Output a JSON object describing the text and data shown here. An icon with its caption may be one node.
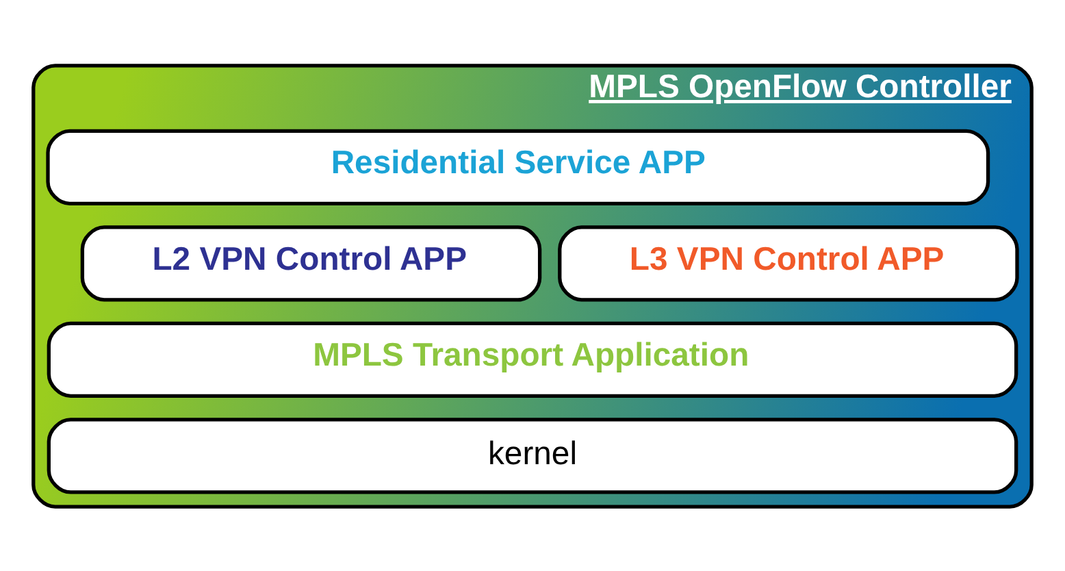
{
  "diagram": {
    "nodes": [
      {
        "text": [
          "MPLS OpenFlow Controller"
        ]
      },
      {
        "text": [
          "Residential Service APP"
        ],
        "in": 0
      },
      {
        "text": [
          "L2 VPN Control APP"
        ],
        "in": 0
      },
      {
        "text": [
          "L3 VPN Control APP"
        ],
        "in": 0
      },
      {
        "text": [
          "MPLS Transport Application"
        ],
        "in": 0
      },
      {
        "text": [
          "kernel"
        ],
        "in": 0
      }
    ],
    "edges": []
  }
}
